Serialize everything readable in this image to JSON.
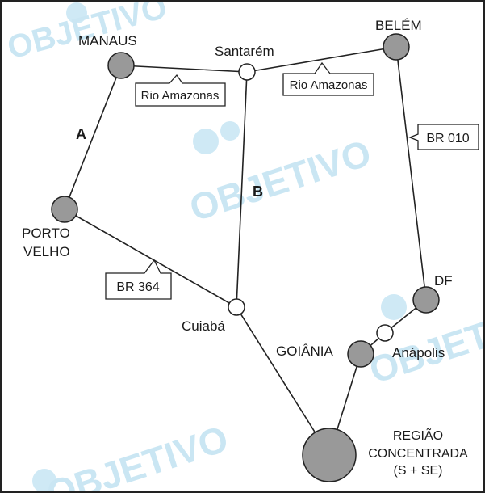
{
  "cities": {
    "manaus": "MANAUS",
    "santarem": "Santarém",
    "belem": "BELÉM",
    "porto_velho": [
      "PORTO",
      "VELHO"
    ],
    "cuiaba": "Cuiabá",
    "df": "DF",
    "goiania": "GOIÂNIA",
    "anapolis": "Anápolis",
    "regiao": [
      "REGIÃO",
      "CONCENTRADA",
      "(S + SE)"
    ]
  },
  "callouts": {
    "rio_amazonas_1": "Rio Amazonas",
    "rio_amazonas_2": "Rio Amazonas",
    "br010": "BR 010",
    "br364": "BR 364"
  },
  "route_letters": {
    "a": "A",
    "b": "B"
  },
  "watermark": {
    "text": "OBJETIVO",
    "color": "#9fd3ea"
  },
  "node_colors": {
    "major": "#999999",
    "minor": "#ffffff",
    "stroke": "#222222"
  }
}
